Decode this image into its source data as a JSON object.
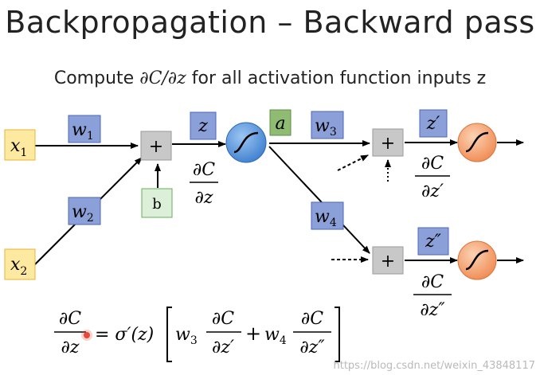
{
  "title": "Backpropagation – Backward pass",
  "subtitle": {
    "prefix": "Compute ",
    "math": "∂C/∂z",
    "suffix": " for all activation function inputs z"
  },
  "nodes": {
    "x1": {
      "base": "x",
      "sub": "1"
    },
    "x2": {
      "base": "x",
      "sub": "2"
    },
    "w1": {
      "base": "w",
      "sub": "1"
    },
    "w2": {
      "base": "w",
      "sub": "2"
    },
    "w3": {
      "base": "w",
      "sub": "3"
    },
    "w4": {
      "base": "w",
      "sub": "4"
    },
    "b": "b",
    "sum_symbol": "+",
    "z": "z",
    "a": "a",
    "z_prime": "z′",
    "z_double_prime": "z″"
  },
  "derivatives": {
    "dC_dz": {
      "num": "∂C",
      "den": "∂z"
    },
    "dC_dz_prime": {
      "num": "∂C",
      "den": "∂z′"
    },
    "dC_dz_double_prime": {
      "num": "∂C",
      "den": "∂z″"
    }
  },
  "equation": {
    "lhs_num": "∂C",
    "lhs_den": "∂z",
    "equals_sigma": "= σ′(z)",
    "w3": "w",
    "w3_sub": "3",
    "plus": "+",
    "w4": "w",
    "w4_sub": "4",
    "t1_num": "∂C",
    "t1_den": "∂z′",
    "t2_num": "∂C",
    "t2_den": "∂z″"
  },
  "watermark": "https://blog.csdn.net/weixin_43848117",
  "colors": {
    "x_fill": "#fde9a0",
    "x_border": "#e8b23a",
    "w_fill": "#8b9fd8",
    "w_border": "#4d67b8",
    "b_fill": "#dcefd8",
    "b_border": "#6aab5e",
    "a_fill": "#8fbc72",
    "a_border": "#5e8e44",
    "sum_fill": "#c8c8c8",
    "sum_border": "#9a9a9a",
    "neuron_blue": "#4f8fd8",
    "neuron_orange": "#f4a06e",
    "marker": "#e84a3a"
  },
  "icons": [
    "sigmoid-neuron-icon",
    "summation-node-icon",
    "red-pointer-icon"
  ]
}
